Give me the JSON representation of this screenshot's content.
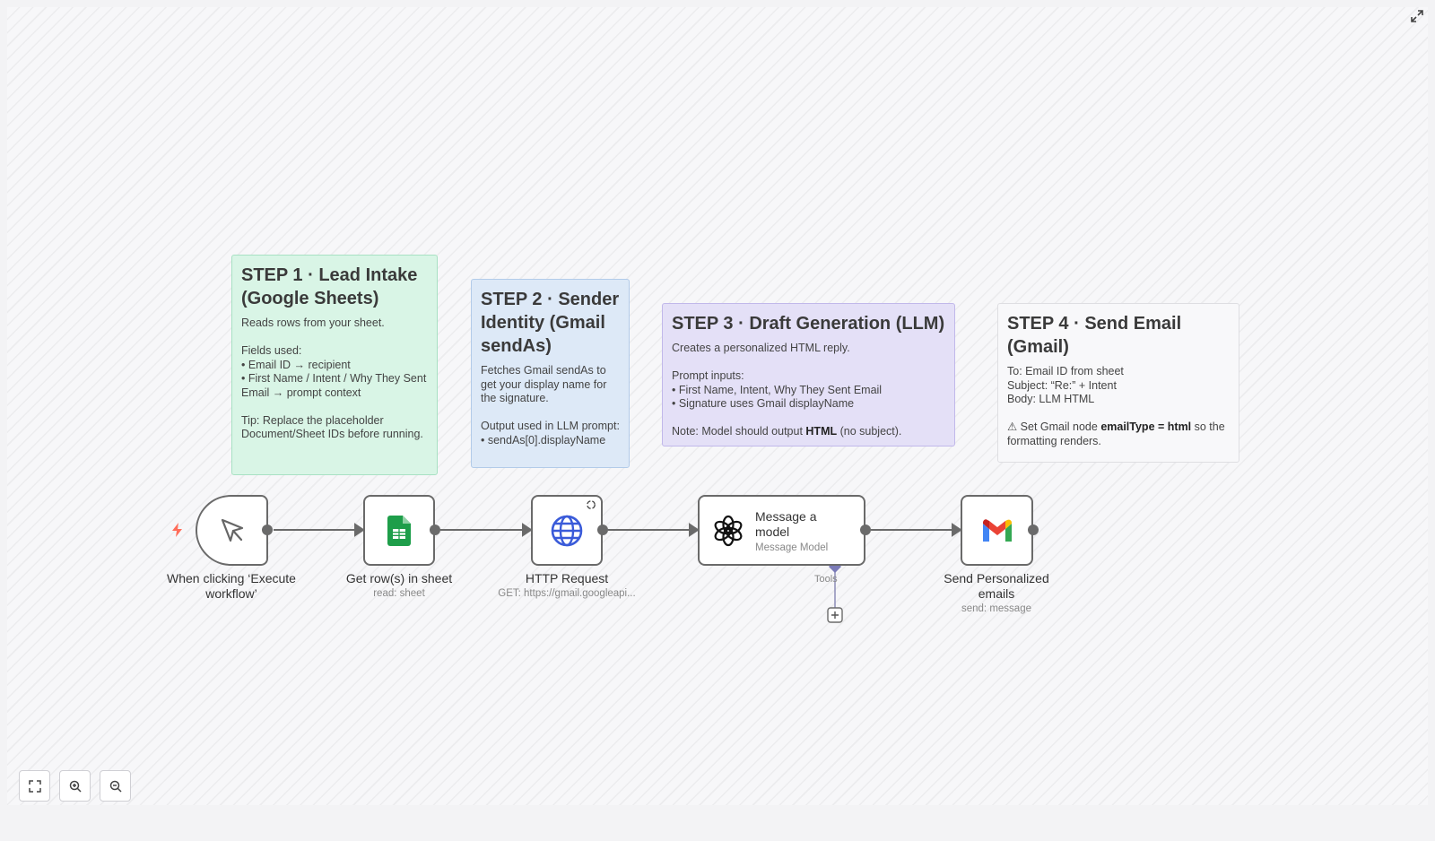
{
  "stickies": {
    "step1": {
      "title": "STEP 1 · Lead Intake (Google Sheets)",
      "body": "Reads rows from your sheet.\n\nFields used:\n• Email ID → recipient\n• First Name / Intent / Why They Sent Email → prompt context\n\nTip: Replace the placeholder Document/Sheet IDs before running."
    },
    "step2": {
      "title": "STEP 2 · Sender Identity (Gmail sendAs)",
      "body": "Fetches Gmail sendAs to get your display name for the signature.\n\nOutput used in LLM prompt:\n• sendAs[0].displayName"
    },
    "step3": {
      "title": "STEP 3 · Draft Generation (LLM)",
      "body": "Creates a personalized HTML reply.\n\nPrompt inputs:\n• First Name, Intent, Why They Sent Email\n• Signature uses Gmail displayName\n\n",
      "note_prefix": "Note: Model should output ",
      "note_bold": "HTML",
      "note_suffix": " (no subject)."
    },
    "step4": {
      "title": "STEP 4 · Send Email (Gmail)",
      "body": "To: Email ID from sheet\nSubject: “Re:” + Intent\nBody: LLM HTML\n\n",
      "warn_prefix": "⚠ Set Gmail node ",
      "warn_bold": "emailType = html",
      "warn_suffix": " so the formatting renders."
    }
  },
  "nodes": {
    "trigger": {
      "label": "When clicking ‘Execute workflow’",
      "icon": "cursor-icon"
    },
    "sheet": {
      "label": "Get row(s) in sheet",
      "sublabel": "read: sheet",
      "icon": "google-sheets-icon"
    },
    "http": {
      "label": "HTTP Request",
      "sublabel": "GET: https://gmail.googleapi...",
      "icon": "globe-icon"
    },
    "model": {
      "title": "Message a model",
      "subtitle": "Message Model",
      "tools_label": "Tools",
      "icon": "openai-icon"
    },
    "gmail": {
      "label": "Send Personalized emails",
      "sublabel": "send: message",
      "icon": "gmail-icon"
    }
  },
  "controls": {
    "icons": [
      "fit-view-icon",
      "zoom-in-icon",
      "zoom-out-icon"
    ]
  },
  "colors": {
    "trigger_bolt": "#ff6d5a",
    "sheets_green": "#1e9e4a",
    "globe_blue": "#3a5bd9",
    "node_border": "#6a6a6a"
  }
}
